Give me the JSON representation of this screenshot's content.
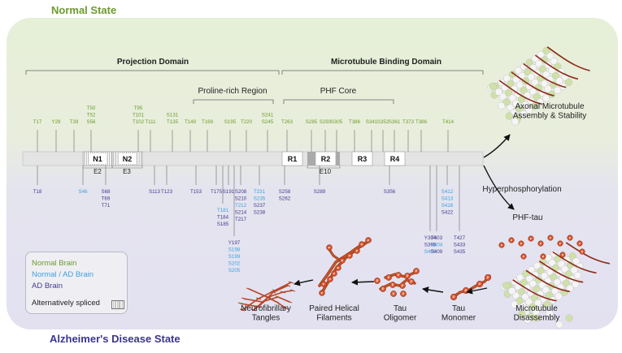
{
  "colors": {
    "normal_brain": "#6d9a2e",
    "normal_ad_brain": "#3f9fdf",
    "ad_brain": "#443a8c",
    "normal_bg": "#e6efd8",
    "ad_bg": "#e5e4f1",
    "protein_bar": "#e4e4e4",
    "filament": "#c0552a",
    "bead": "#d8522a",
    "tubulin_green": "#cfe0a8",
    "tubulin_white": "#f5f5f5"
  },
  "states": {
    "normal": "Normal State",
    "alzheimers": "Alzheimer's Disease State"
  },
  "domains": {
    "projection": "Projection Domain",
    "mt_binding": "Microtubule Binding Domain",
    "proline": "Proline-rich Region",
    "phf_core": "PHF Core"
  },
  "boxes": [
    {
      "label": "N1",
      "spliced": true
    },
    {
      "label": "N2",
      "spliced": true
    },
    {
      "label": "R1",
      "spliced": false
    },
    {
      "label": "R2",
      "spliced": false
    },
    {
      "label": "R3",
      "spliced": false
    },
    {
      "label": "R4",
      "spliced": false
    }
  ],
  "exons": [
    "E2",
    "E3",
    "E10"
  ],
  "sites_normal": [
    {
      "labels": [
        "T17"
      ]
    },
    {
      "labels": [
        "Y29"
      ]
    },
    {
      "labels": [
        "T39"
      ]
    },
    {
      "labels": [
        "T50",
        "T52",
        "S56"
      ]
    },
    {
      "labels": [
        "T95",
        "T101",
        "T102"
      ]
    },
    {
      "labels": [
        "T111"
      ]
    },
    {
      "labels": [
        "S131",
        "T135"
      ]
    },
    {
      "labels": [
        "T149"
      ]
    },
    {
      "labels": [
        "T169"
      ]
    },
    {
      "labels": [
        "S195"
      ]
    },
    {
      "labels": [
        "T220"
      ]
    },
    {
      "labels": [
        "S241",
        "S245"
      ]
    },
    {
      "labels": [
        "T263"
      ]
    },
    {
      "labels": [
        "S285"
      ]
    },
    {
      "labels": [
        "S293"
      ]
    },
    {
      "labels": [
        "S305"
      ]
    },
    {
      "labels": [
        "T386"
      ]
    },
    {
      "labels": [
        "S341"
      ]
    },
    {
      "labels": [
        "S352"
      ]
    },
    {
      "labels": [
        "S361"
      ]
    },
    {
      "labels": [
        "T373"
      ]
    },
    {
      "labels": [
        "T386"
      ]
    },
    {
      "labels": [
        "T414"
      ]
    }
  ],
  "sites_ad": [
    {
      "labels": [
        {
          "t": "T18",
          "c": "ad"
        }
      ]
    },
    {
      "labels": [
        {
          "t": "S46",
          "c": "both"
        }
      ]
    },
    {
      "labels": [
        {
          "t": "S68",
          "c": "ad"
        },
        {
          "t": "T69",
          "c": "ad"
        },
        {
          "t": "T71",
          "c": "ad"
        }
      ]
    },
    {
      "labels": [
        {
          "t": "S113",
          "c": "ad"
        }
      ]
    },
    {
      "labels": [
        {
          "t": "T123",
          "c": "ad"
        }
      ]
    },
    {
      "labels": [
        {
          "t": "T153",
          "c": "ad"
        }
      ]
    },
    {
      "labels": [
        {
          "t": "T175",
          "c": "ad"
        }
      ]
    },
    {
      "labels": [
        {
          "t": "T181",
          "c": "both"
        },
        {
          "t": "T184",
          "c": "ad"
        },
        {
          "t": "S185",
          "c": "ad"
        }
      ]
    },
    {
      "labels": [
        {
          "t": "S191",
          "c": "ad"
        }
      ]
    },
    {
      "labels": [
        {
          "t": "Y197",
          "c": "ad"
        },
        {
          "t": "S198",
          "c": "both"
        },
        {
          "t": "S199",
          "c": "both"
        },
        {
          "t": "S202",
          "c": "both"
        },
        {
          "t": "S205",
          "c": "both"
        }
      ]
    },
    {
      "labels": [
        {
          "t": "S208",
          "c": "ad"
        },
        {
          "t": "S210",
          "c": "ad"
        },
        {
          "t": "T212",
          "c": "both"
        },
        {
          "t": "S214",
          "c": "ad"
        },
        {
          "t": "T217",
          "c": "ad"
        }
      ]
    },
    {
      "labels": [
        {
          "t": "T231",
          "c": "both"
        },
        {
          "t": "S235",
          "c": "both"
        },
        {
          "t": "S237",
          "c": "ad"
        },
        {
          "t": "S238",
          "c": "ad"
        }
      ]
    },
    {
      "labels": [
        {
          "t": "S258",
          "c": "ad"
        },
        {
          "t": "S262",
          "c": "ad"
        }
      ]
    },
    {
      "labels": [
        {
          "t": "S289",
          "c": "ad"
        }
      ]
    },
    {
      "labels": [
        {
          "t": "S356",
          "c": "ad"
        }
      ]
    },
    {
      "labels": [
        {
          "t": "Y394",
          "c": "ad"
        },
        {
          "t": "S396",
          "c": "ad"
        },
        {
          "t": "S400",
          "c": "both"
        }
      ]
    },
    {
      "labels": [
        {
          "t": "T403",
          "c": "ad"
        },
        {
          "t": "S404",
          "c": "both"
        },
        {
          "t": "S409",
          "c": "ad"
        }
      ]
    },
    {
      "labels": [
        {
          "t": "S412",
          "c": "both"
        },
        {
          "t": "S413",
          "c": "both"
        },
        {
          "t": "S416",
          "c": "both"
        },
        {
          "t": "S422",
          "c": "ad"
        }
      ]
    },
    {
      "labels": [
        {
          "t": "T427",
          "c": "ad"
        },
        {
          "t": "S433",
          "c": "ad"
        },
        {
          "t": "S435",
          "c": "ad"
        }
      ]
    }
  ],
  "process": {
    "assembly": [
      "Axonal Microtubule",
      "Assembly & Stability"
    ],
    "hyper": "Hyperphosphorylation",
    "phf_tau": "PHF-tau",
    "disassembly": [
      "Microtubule",
      "Disassembly"
    ],
    "monomer": [
      "Tau",
      "Monomer"
    ],
    "oligomer": [
      "Tau",
      "Oligomer"
    ],
    "phf": [
      "Paired Helical",
      "Filaments"
    ],
    "tangles": [
      "Neurofibrillary",
      "Tangles"
    ],
    "bead_label": "P"
  },
  "legend": {
    "normal": "Normal Brain",
    "both": "Normal / AD Brain",
    "ad": "AD Brain",
    "spliced": "Alternatively spliced"
  }
}
